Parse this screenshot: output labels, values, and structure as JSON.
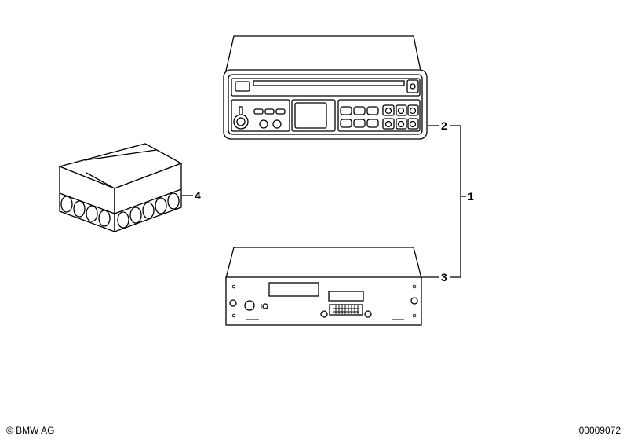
{
  "callouts": {
    "label_1": "1",
    "label_2": "2",
    "label_3": "3",
    "label_4": "4"
  },
  "footer": {
    "copyright": "© BMW AG",
    "drawing_number": "00009072"
  }
}
